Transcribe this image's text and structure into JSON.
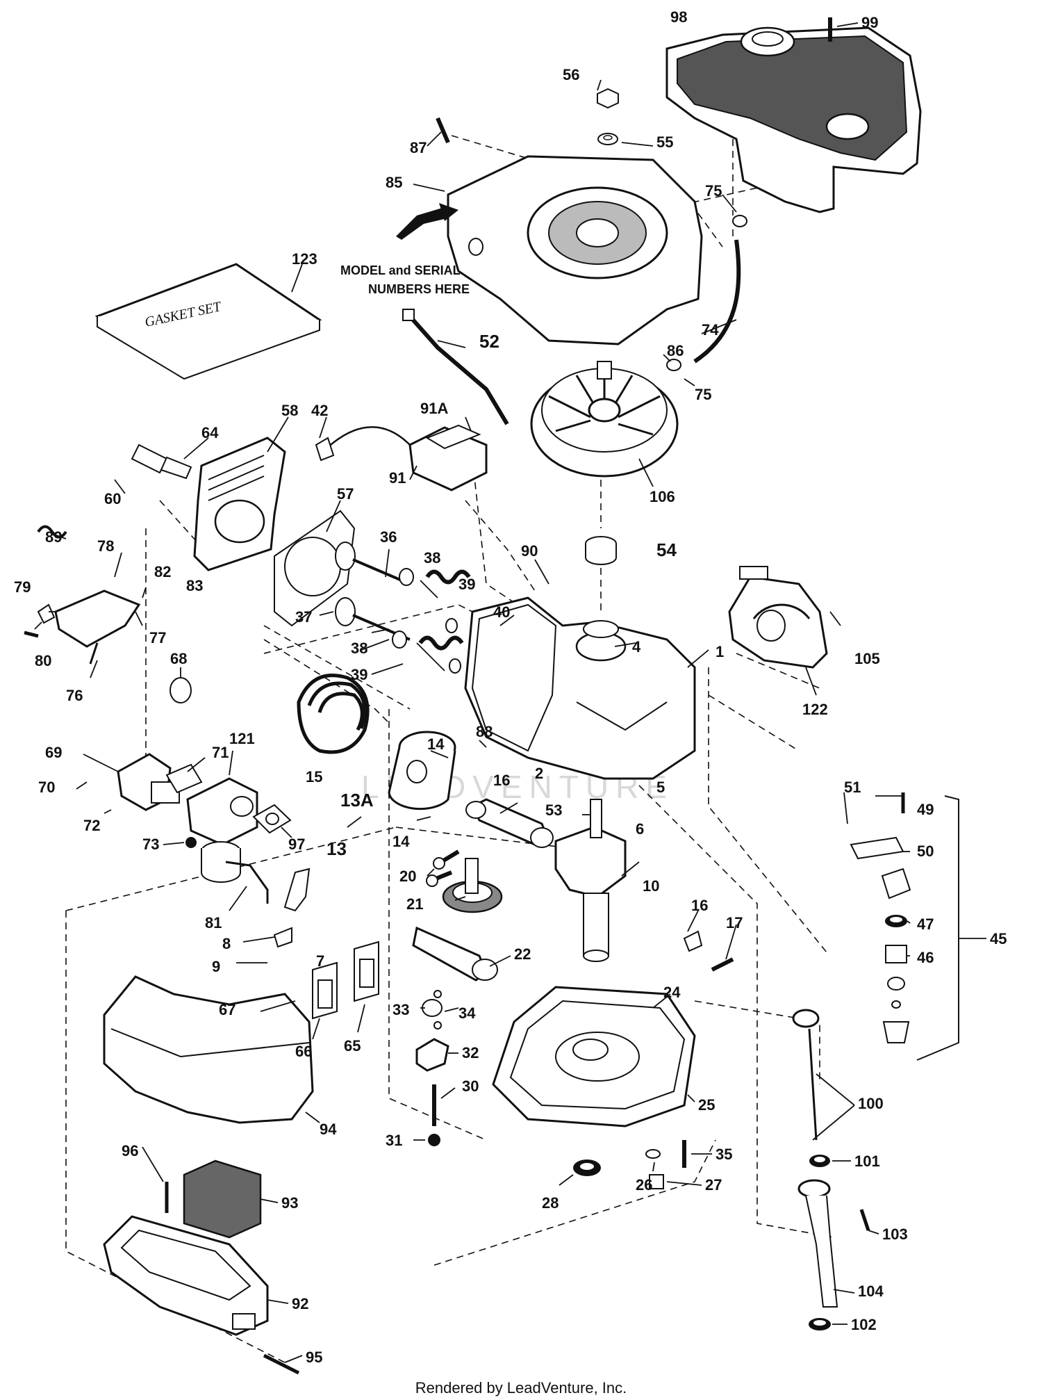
{
  "diagram": {
    "watermark": "LEADVENTURE",
    "footer": "Rendered by LeadVenture, Inc.",
    "model_note_line1": "MODEL and SERIAL",
    "model_note_line2": "NUMBERS HERE",
    "gasket_set_text": "GASKET SET",
    "labels": {
      "l1": "1",
      "l2": "2",
      "l4": "4",
      "l5": "5",
      "l6": "6",
      "l7": "7",
      "l8": "8",
      "l9": "9",
      "l10": "10",
      "l13": "13",
      "l13A": "13A",
      "l14a": "14",
      "l14b": "14",
      "l15": "15",
      "l16a": "16",
      "l16b": "16",
      "l17": "17",
      "l20": "20",
      "l21": "21",
      "l22": "22",
      "l24": "24",
      "l25": "25",
      "l26": "26",
      "l27": "27",
      "l28": "28",
      "l30": "30",
      "l31": "31",
      "l32": "32",
      "l33": "33",
      "l34": "34",
      "l35": "35",
      "l36": "36",
      "l37": "37",
      "l38a": "38",
      "l38b": "38",
      "l39a": "39",
      "l39b": "39",
      "l40": "40",
      "l42": "42",
      "l45": "45",
      "l46": "46",
      "l47": "47",
      "l49": "49",
      "l50": "50",
      "l51": "51",
      "l52": "52",
      "l53": "53",
      "l54": "54",
      "l55": "55",
      "l56": "56",
      "l57": "57",
      "l58": "58",
      "l60": "60",
      "l64": "64",
      "l65": "65",
      "l66": "66",
      "l67": "67",
      "l68": "68",
      "l69": "69",
      "l70": "70",
      "l71": "71",
      "l72": "72",
      "l73": "73",
      "l74": "74",
      "l75a": "75",
      "l75b": "75",
      "l76": "76",
      "l77": "77",
      "l78": "78",
      "l79": "79",
      "l80": "80",
      "l81": "81",
      "l82": "82",
      "l83": "83",
      "l85": "85",
      "l86": "86",
      "l87": "87",
      "l88": "88",
      "l89": "89",
      "l90": "90",
      "l91": "91",
      "l91A": "91A",
      "l92": "92",
      "l93": "93",
      "l94": "94",
      "l95": "95",
      "l96": "96",
      "l97": "97",
      "l98": "98",
      "l99": "99",
      "l100": "100",
      "l101": "101",
      "l102": "102",
      "l103": "103",
      "l104": "104",
      "l105": "105",
      "l106": "106",
      "l121": "121",
      "l122": "122",
      "l123": "123"
    }
  }
}
